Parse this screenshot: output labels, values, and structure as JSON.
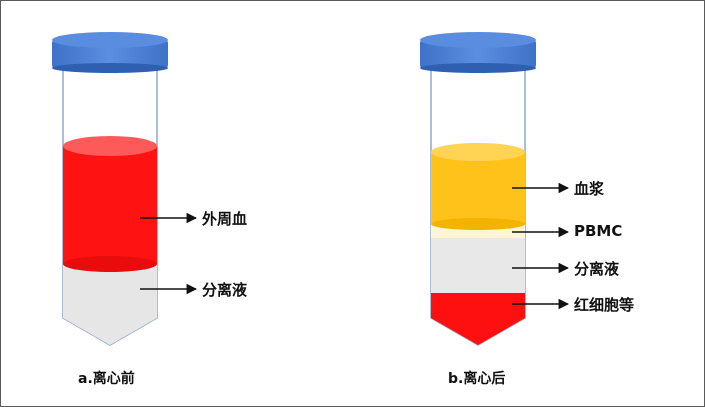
{
  "colors": {
    "cap": "#4a7fd6",
    "cap_edge": "#2f5fb0",
    "blood": "#ff1414",
    "plasma": "#ffc21a",
    "pbmc": "#fff6d6",
    "separation_fluid": "#e8e8e8",
    "rbc": "#ff1010",
    "tube_outline": "#8ea8c9"
  },
  "tube_a": {
    "caption": "a.离心前",
    "labels": {
      "peripheral_blood": "外周血",
      "separation_fluid": "分离液"
    }
  },
  "tube_b": {
    "caption": "b.离心后",
    "labels": {
      "plasma": "血浆",
      "pbmc": "PBMC",
      "separation_fluid": "分离液",
      "red_blood_cells": "红细胞等"
    }
  }
}
